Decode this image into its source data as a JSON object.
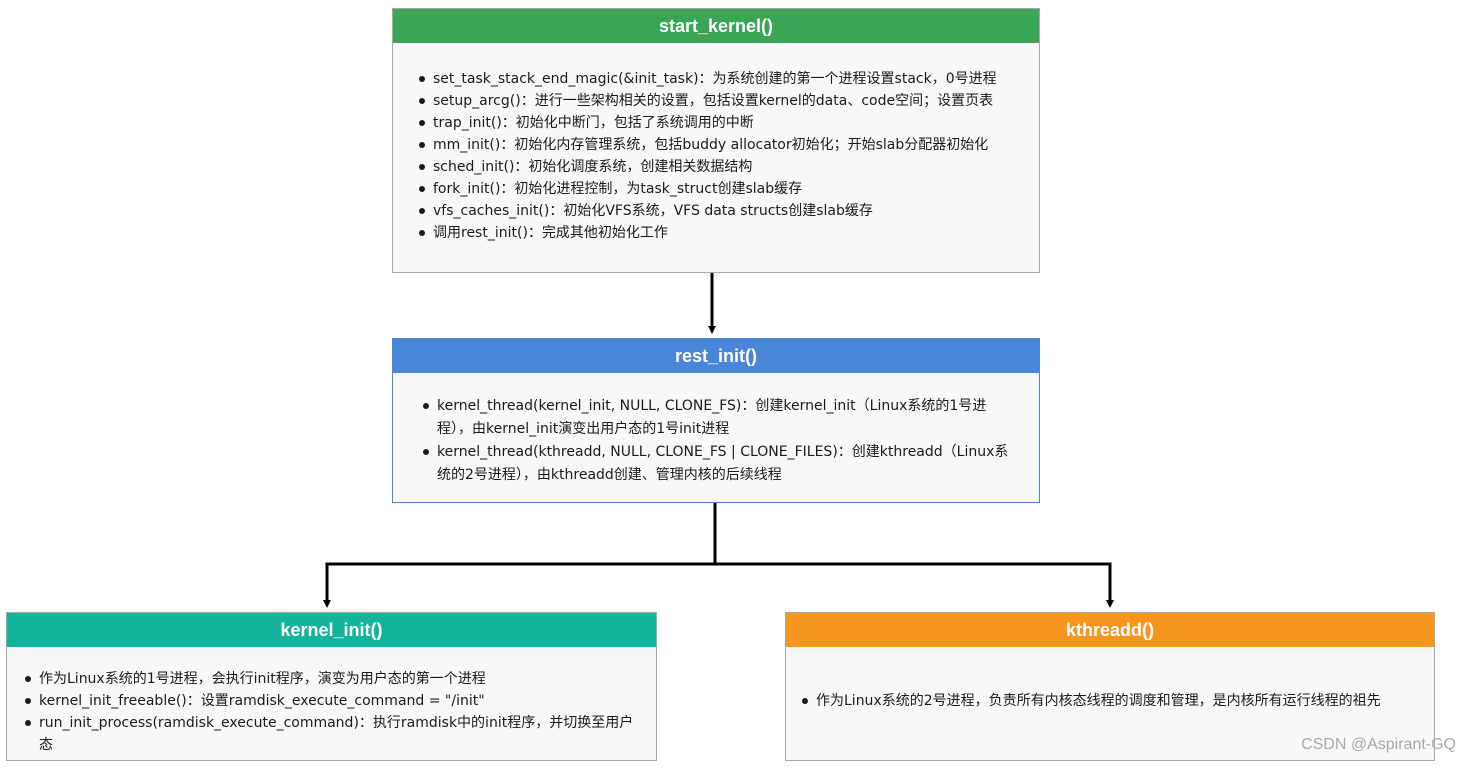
{
  "diagram": {
    "start_kernel": {
      "title": "start_kernel()",
      "color": "#3aa556",
      "items": [
        "set_task_stack_end_magic(&init_task)：为系统创建的第一个进程设置stack，0号进程",
        "setup_arcg()：进行一些架构相关的设置，包括设置kernel的data、code空间；设置页表",
        "trap_init()：初始化中断门，包括了系统调用的中断",
        "mm_init()：初始化内存管理系统，包括buddy allocator初始化；开始slab分配器初始化",
        "sched_init()：初始化调度系统，创建相关数据结构",
        "fork_init()：初始化进程控制，为task_struct创建slab缓存",
        "vfs_caches_init()：初始化VFS系统，VFS data structs创建slab缓存",
        "调用rest_init()：完成其他初始化工作"
      ]
    },
    "rest_init": {
      "title": "rest_init()",
      "color": "#4a86d8",
      "items": [
        "kernel_thread(kernel_init, NULL, CLONE_FS)：创建kernel_init（Linux系统的1号进程），由kernel_init演变出用户态的1号init进程",
        "kernel_thread(kthreadd, NULL, CLONE_FS | CLONE_FILES)：创建kthreadd（Linux系统的2号进程），由kthreadd创建、管理内核的后续线程"
      ]
    },
    "kernel_init": {
      "title": "kernel_init()",
      "color": "#14b49c",
      "items": [
        "作为Linux系统的1号进程，会执行init程序，演变为用户态的第一个进程",
        "kernel_init_freeable()：设置ramdisk_execute_command = \"/init\"",
        "run_init_process(ramdisk_execute_command)：执行ramdisk中的init程序，并切换至用户态"
      ]
    },
    "kthreadd": {
      "title": "kthreadd()",
      "color": "#f7961f",
      "items": [
        "作为Linux系统的2号进程，负责所有内核态线程的调度和管理，是内核所有运行线程的祖先"
      ]
    }
  },
  "watermark": "CSDN @Aspirant-GQ"
}
